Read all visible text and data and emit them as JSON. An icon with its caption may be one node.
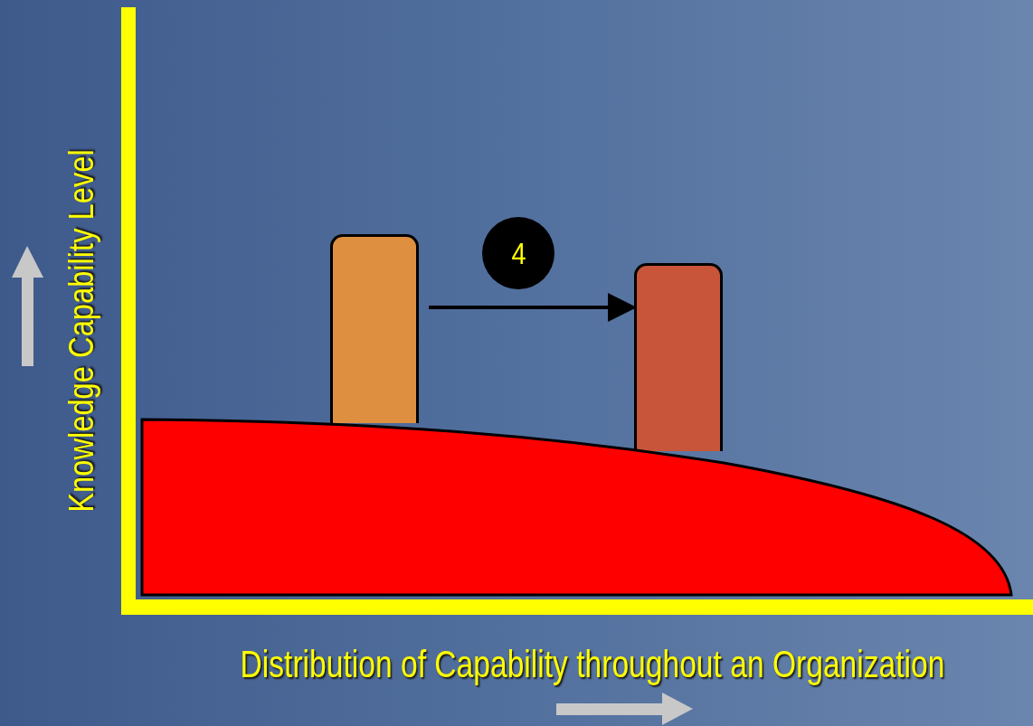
{
  "diagram": {
    "nodes": [
      {
        "text": [],
        "shape": "bar"
      },
      {
        "text": [
          "4"
        ]
      },
      {
        "text": [],
        "shape": "bar"
      },
      {
        "text": [],
        "shape": "area"
      }
    ],
    "edges": [
      {
        "from": 0,
        "to": 2,
        "arrow": "to"
      }
    ],
    "labels": [
      "Knowledge Capability Level",
      "Distribution of Capability throughout an Organization"
    ]
  }
}
